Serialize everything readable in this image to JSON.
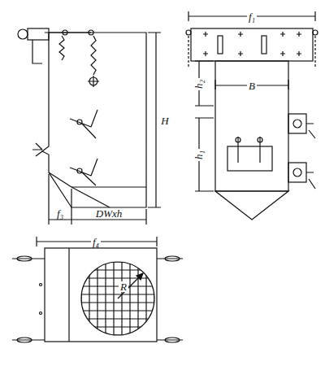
{
  "diagram": {
    "labels": [
      "f₁",
      "H",
      "h₂",
      "B",
      "h₁",
      "f₃",
      "DWxh",
      "f₄",
      "R"
    ]
  }
}
